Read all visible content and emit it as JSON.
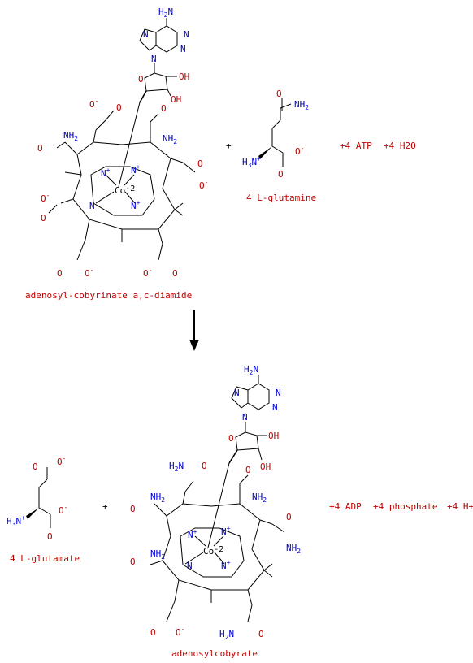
{
  "reaction": {
    "substrates": {
      "cobinamide_label": "adenosyl-cobyrinate a,c-diamide",
      "glutamine_label": "4 L-glutamine",
      "plus": "+",
      "cofactors": [
        "+4 ATP",
        "+4 H2O"
      ]
    },
    "arrow": "down",
    "products": {
      "glutamate_label": "4 L-glutamate",
      "plus": "+",
      "cobyrate_label": "adenosylcobyrate",
      "cofactors": [
        "+4 ADP",
        "+4 phosphate",
        "+4 H+"
      ]
    }
  },
  "atom_labels": {
    "nh2": "NH2",
    "h2n": "H2N",
    "o": "O",
    "o_minus": "O-",
    "oh": "OH",
    "n": "N",
    "n_plus": "N+",
    "co": "Co",
    "co_charge": "-2",
    "h3n": "H3N+"
  },
  "colors": {
    "label_red": "#c00000",
    "atom_blue": "#0000d0",
    "bond": "#000000"
  }
}
